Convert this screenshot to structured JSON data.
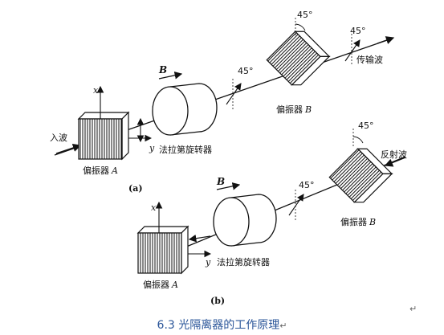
{
  "panel_a": {
    "label": "(a)",
    "incoming_wave": "入波",
    "polarizer_a": "偏振器",
    "polarizer_a_letter": "A",
    "axis_x": "x",
    "axis_y": "y",
    "field_b": "B",
    "faraday_rotator": "法拉第旋转器",
    "angle_1": "45°",
    "angle_2": "45°",
    "angle_3": "45°",
    "polarizer_b": "偏振器",
    "polarizer_b_letter": "B",
    "transmitted_wave": "传输波"
  },
  "panel_b": {
    "label": "(b)",
    "axis_x": "x",
    "axis_y": "y",
    "field_b": "B",
    "faraday_rotator": "法拉第旋转器",
    "angle_1": "45°",
    "angle_2": "45°",
    "polarizer_a": "偏振器",
    "polarizer_a_letter": "A",
    "polarizer_b": "偏振器",
    "polarizer_b_letter": "B",
    "reflected_wave": "反射波"
  },
  "caption": "6.3 光隔离器的工作原理",
  "return_mark": "↵"
}
